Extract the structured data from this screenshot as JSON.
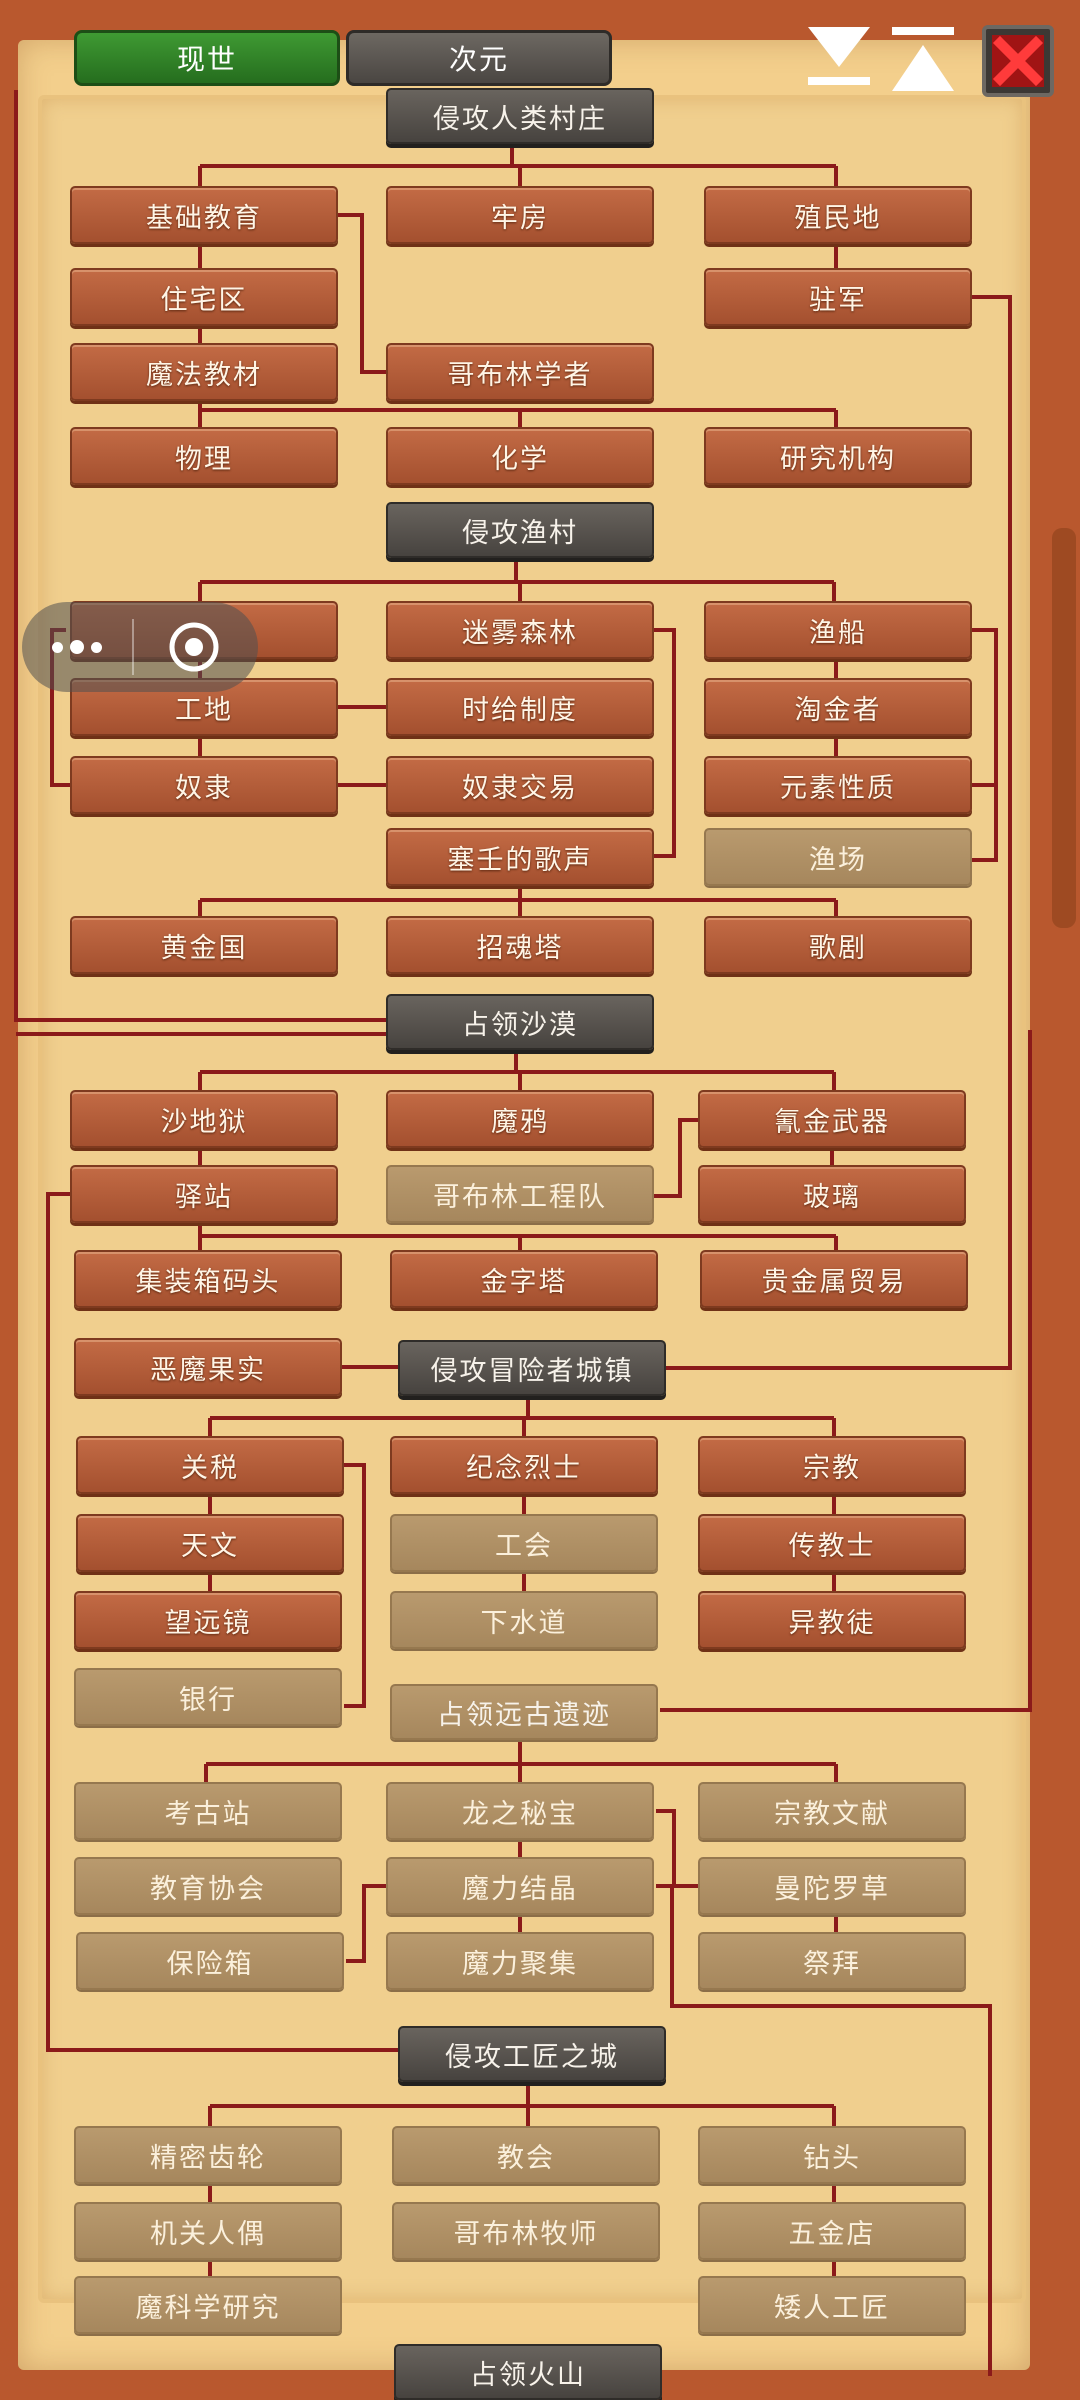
{
  "tabs": {
    "active": "现世",
    "inactive": "次元"
  },
  "controls": {
    "collapse": "collapse-all-icon",
    "expand": "expand-all-icon",
    "close": "close-icon"
  },
  "nodes": [
    {
      "id": "h_village",
      "label": "侵攻人类村庄",
      "type": "header"
    },
    {
      "id": "basic_edu",
      "label": "基础教育",
      "type": "done"
    },
    {
      "id": "prison",
      "label": "牢房",
      "type": "done"
    },
    {
      "id": "colony",
      "label": "殖民地",
      "type": "done"
    },
    {
      "id": "residence",
      "label": "住宅区",
      "type": "done"
    },
    {
      "id": "garrison",
      "label": "驻军",
      "type": "done"
    },
    {
      "id": "magic_textbook",
      "label": "魔法教材",
      "type": "done"
    },
    {
      "id": "goblin_scholar",
      "label": "哥布林学者",
      "type": "done"
    },
    {
      "id": "physics",
      "label": "物理",
      "type": "done"
    },
    {
      "id": "chemistry",
      "label": "化学",
      "type": "done"
    },
    {
      "id": "research_inst",
      "label": "研究机构",
      "type": "done"
    },
    {
      "id": "h_fishing",
      "label": "侵攻渔村",
      "type": "header"
    },
    {
      "id": "hidden_left",
      "label": "",
      "type": "done"
    },
    {
      "id": "mist_forest",
      "label": "迷雾森林",
      "type": "done"
    },
    {
      "id": "fishing_boat",
      "label": "渔船",
      "type": "done"
    },
    {
      "id": "construction",
      "label": "工地",
      "type": "done"
    },
    {
      "id": "ration",
      "label": "时给制度",
      "type": "done"
    },
    {
      "id": "gold_digger",
      "label": "淘金者",
      "type": "done"
    },
    {
      "id": "slave",
      "label": "奴隶",
      "type": "done"
    },
    {
      "id": "slave_trade",
      "label": "奴隶交易",
      "type": "done"
    },
    {
      "id": "element_nature",
      "label": "元素性质",
      "type": "done"
    },
    {
      "id": "siren_song",
      "label": "塞壬的歌声",
      "type": "done"
    },
    {
      "id": "fishery",
      "label": "渔场",
      "type": "locked"
    },
    {
      "id": "el_dorado",
      "label": "黄金国",
      "type": "done"
    },
    {
      "id": "soul_tower",
      "label": "招魂塔",
      "type": "done"
    },
    {
      "id": "opera",
      "label": "歌剧",
      "type": "done"
    },
    {
      "id": "h_desert",
      "label": "占领沙漠",
      "type": "header"
    },
    {
      "id": "sand_prison",
      "label": "沙地狱",
      "type": "done"
    },
    {
      "id": "raven",
      "label": "魔鸦",
      "type": "done"
    },
    {
      "id": "cyanide_weapon",
      "label": "氰金武器",
      "type": "done"
    },
    {
      "id": "post_station",
      "label": "驿站",
      "type": "done"
    },
    {
      "id": "goblin_eng",
      "label": "哥布林工程队",
      "type": "locked"
    },
    {
      "id": "glass",
      "label": "玻璃",
      "type": "done"
    },
    {
      "id": "container_dock",
      "label": "集装箱码头",
      "type": "done"
    },
    {
      "id": "pyramid",
      "label": "金字塔",
      "type": "done"
    },
    {
      "id": "precious_trade",
      "label": "贵金属贸易",
      "type": "done"
    },
    {
      "id": "devil_fruit",
      "label": "恶魔果实",
      "type": "done"
    },
    {
      "id": "h_adventurer",
      "label": "侵攻冒险者城镇",
      "type": "header"
    },
    {
      "id": "tariff",
      "label": "关税",
      "type": "done"
    },
    {
      "id": "memorial",
      "label": "纪念烈士",
      "type": "done"
    },
    {
      "id": "religion",
      "label": "宗教",
      "type": "done"
    },
    {
      "id": "astronomy",
      "label": "天文",
      "type": "done"
    },
    {
      "id": "guild",
      "label": "工会",
      "type": "locked"
    },
    {
      "id": "missionary",
      "label": "传教士",
      "type": "done"
    },
    {
      "id": "telescope",
      "label": "望远镜",
      "type": "done"
    },
    {
      "id": "sewer",
      "label": "下水道",
      "type": "locked"
    },
    {
      "id": "heretic",
      "label": "异教徒",
      "type": "done"
    },
    {
      "id": "bank",
      "label": "银行",
      "type": "locked"
    },
    {
      "id": "h_ruins",
      "label": "占领远古遗迹",
      "type": "header_locked"
    },
    {
      "id": "arch_site",
      "label": "考古站",
      "type": "locked"
    },
    {
      "id": "dragon_treasure",
      "label": "龙之秘宝",
      "type": "locked"
    },
    {
      "id": "religious_doc",
      "label": "宗教文献",
      "type": "locked"
    },
    {
      "id": "edu_assoc",
      "label": "教育协会",
      "type": "locked"
    },
    {
      "id": "mana_crystal",
      "label": "魔力结晶",
      "type": "locked"
    },
    {
      "id": "mandrake",
      "label": "曼陀罗草",
      "type": "locked"
    },
    {
      "id": "safe_box",
      "label": "保险箱",
      "type": "locked"
    },
    {
      "id": "mana_gather",
      "label": "魔力聚集",
      "type": "locked"
    },
    {
      "id": "worship",
      "label": "祭拜",
      "type": "locked"
    },
    {
      "id": "h_craftsman",
      "label": "侵攻工匠之城",
      "type": "header"
    },
    {
      "id": "precision_gear",
      "label": "精密齿轮",
      "type": "locked"
    },
    {
      "id": "church",
      "label": "教会",
      "type": "locked"
    },
    {
      "id": "drill",
      "label": "钻头",
      "type": "locked"
    },
    {
      "id": "puppet",
      "label": "机关人偶",
      "type": "locked"
    },
    {
      "id": "goblin_pastor",
      "label": "哥布林牧师",
      "type": "locked"
    },
    {
      "id": "hardware_store",
      "label": "五金店",
      "type": "locked"
    },
    {
      "id": "magic_science",
      "label": "魔科学研究",
      "type": "locked"
    },
    {
      "id": "dwarf_craft",
      "label": "矮人工匠",
      "type": "locked"
    },
    {
      "id": "h_volcano",
      "label": "占领火山",
      "type": "header"
    }
  ],
  "colors": {
    "line": "#8b1a1a",
    "done": "#b45a38",
    "locked": "#ad8e63",
    "header": "#555049"
  }
}
